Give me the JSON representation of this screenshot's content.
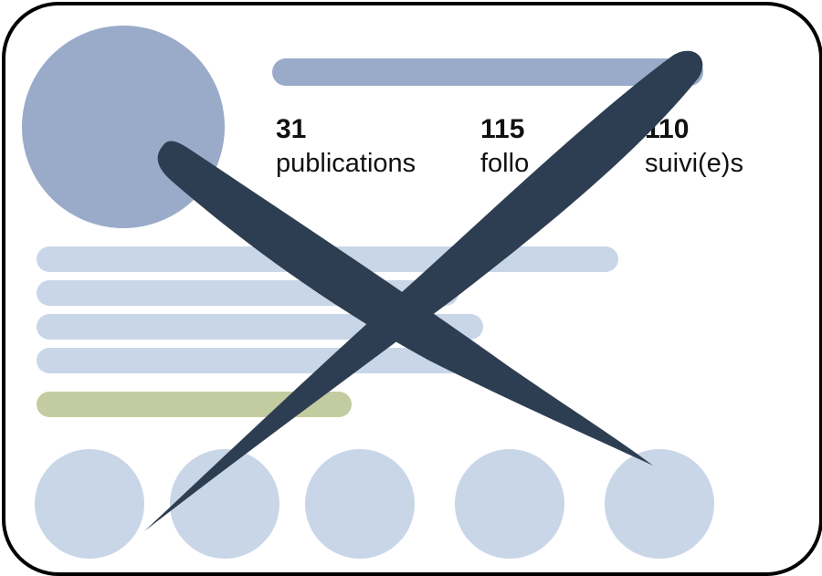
{
  "profile": {
    "stats": [
      {
        "value": "31",
        "label": "publications"
      },
      {
        "value": "115",
        "label": "follo"
      },
      {
        "value": "110",
        "label": "suivi(e)s"
      }
    ]
  },
  "overlay": {
    "icon": "cross-mark-icon",
    "color": "#2e3e52"
  },
  "colors": {
    "avatar": "#9aabc9",
    "placeholder": "#c8d6e8",
    "link": "#c3cca0"
  }
}
